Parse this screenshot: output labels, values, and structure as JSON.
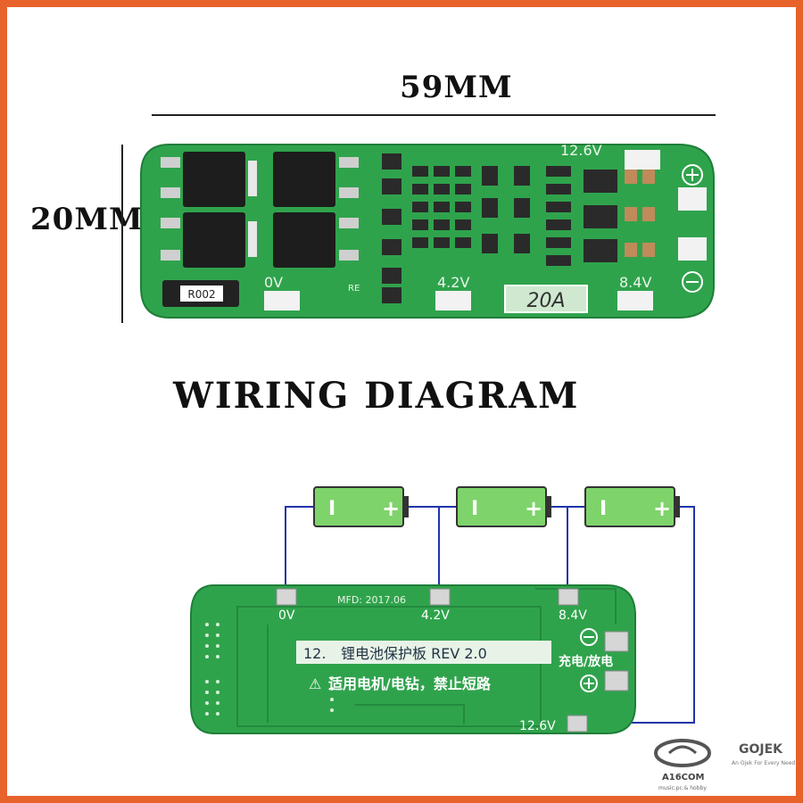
{
  "dimensions": {
    "width_label": "59MM",
    "height_label": "20MM"
  },
  "top_board": {
    "labels": {
      "v126": "12.6V",
      "v0": "0V",
      "v42": "4.2V",
      "v84": "8.4V",
      "current": "20A",
      "resistor": "R002",
      "re": "RE"
    }
  },
  "wiring_title": "WIRING DIAGRAM",
  "cells": [
    {
      "minus": "I",
      "plus": "+"
    },
    {
      "minus": "I",
      "plus": "+"
    },
    {
      "minus": "I",
      "plus": "+"
    }
  ],
  "bottom_board": {
    "mfd": "MFD: 2017.06",
    "v0": "0V",
    "v42": "4.2V",
    "v84": "8.4V",
    "v126": "12.6V",
    "title_prefix": "12.",
    "title_rest": "锂电池保护板 REV 2.0",
    "warning": "适用电机/电钻，禁止短路",
    "charge_discharge": "充电/放电"
  },
  "watermark": {
    "brand": "A16COM",
    "brand_sub": "music.pc.& hobby",
    "gojek": "GOJEK",
    "gojek_tagline": "An Ojek For Every Need"
  },
  "colors": {
    "frame": "#e8622c",
    "pcb": "#2fa34c",
    "pcb_dark": "#1f7e39",
    "cell": "#7fd36b",
    "wire": "#2233aa"
  }
}
